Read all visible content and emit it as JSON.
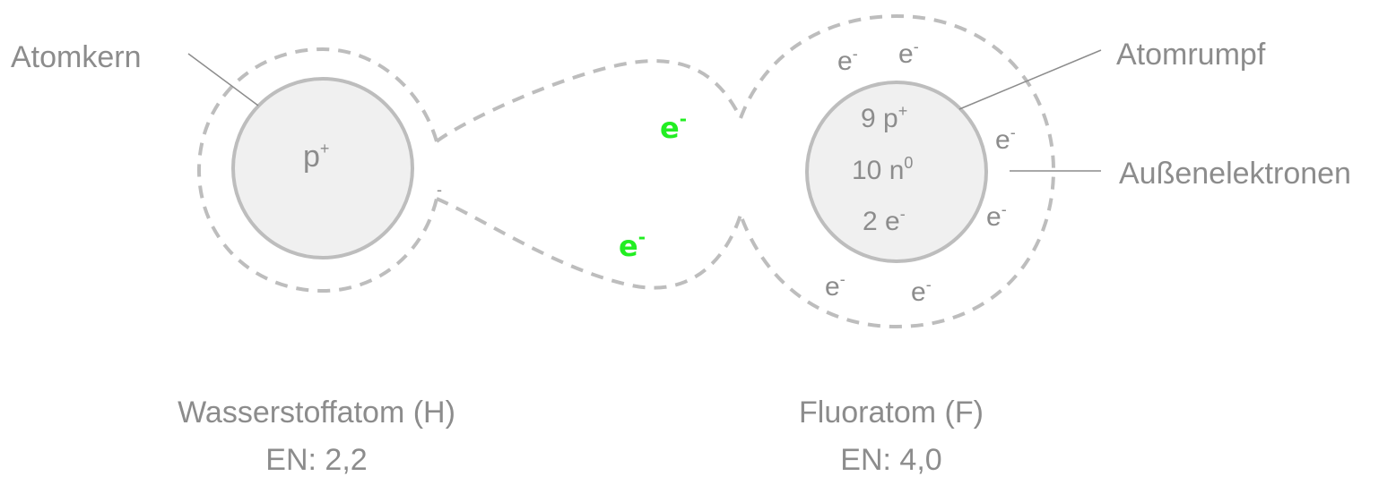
{
  "labels": {
    "atomkern": "Atomkern",
    "atomrumpf": "Atomrumpf",
    "aussenelektronen": "Außenelektronen"
  },
  "hydrogen": {
    "nucleus_main": "p",
    "nucleus_sup": "+",
    "name": "Wasserstoffatom (H)",
    "en": "EN: 2,2",
    "minus_mark": "-"
  },
  "fluorine": {
    "core_line1_main": "9 p",
    "core_line1_sup": "+",
    "core_line2_main": "10 n",
    "core_line2_sup": "0",
    "core_line3_main": "2 e",
    "core_line3_sup": "-",
    "name": "Fluoratom (F)",
    "en": "EN: 4,0",
    "outer_electrons": [
      {
        "main": "e",
        "sup": "-"
      },
      {
        "main": "e",
        "sup": "-"
      },
      {
        "main": "e",
        "sup": "-"
      },
      {
        "main": "e",
        "sup": "-"
      },
      {
        "main": "e",
        "sup": "-"
      },
      {
        "main": "e",
        "sup": "-"
      }
    ]
  },
  "shared_electrons": [
    {
      "main": "e",
      "sup": "-"
    },
    {
      "main": "e",
      "sup": "-"
    }
  ],
  "colors": {
    "gray": "#bdbdbd",
    "text": "#8c8c8c",
    "core_fill": "#f0f0f0",
    "shared_electron": "#22ee22"
  }
}
